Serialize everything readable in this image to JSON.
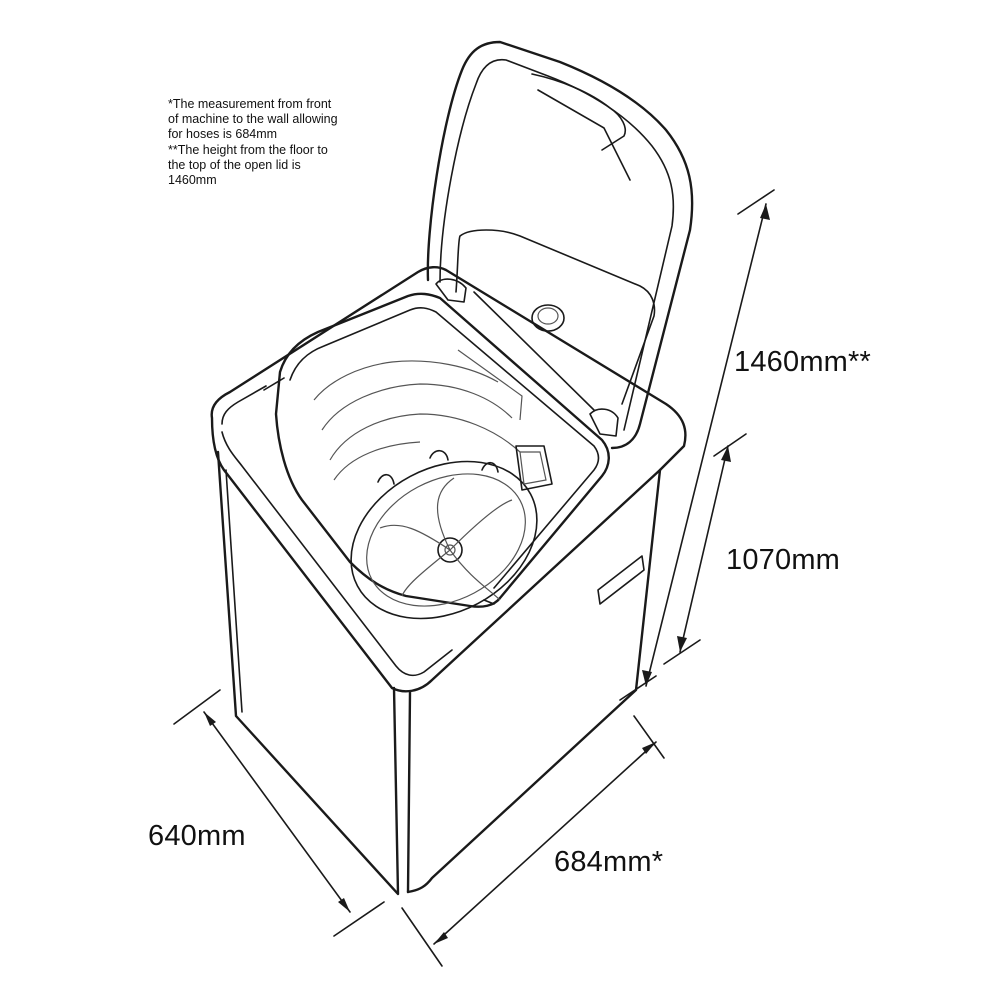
{
  "notes": {
    "line1": "*The measurement from front of machine to the wall allowing for hoses is 684mm",
    "line2": "**The height from the floor to the top of the open lid is 1460mm"
  },
  "dimensions": {
    "open_lid_height": "1460mm**",
    "body_height": "1070mm",
    "width": "640mm",
    "depth": "684mm*"
  }
}
